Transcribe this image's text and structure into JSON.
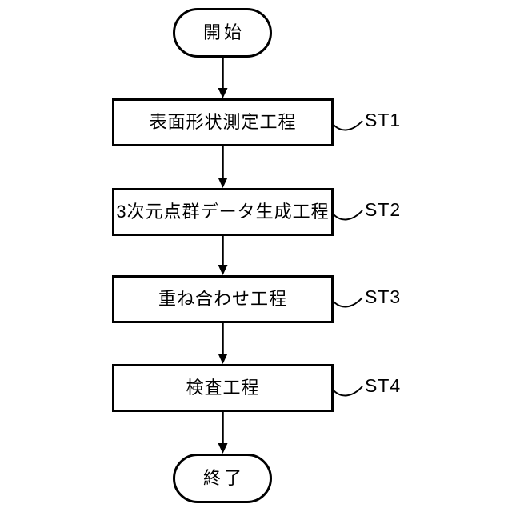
{
  "figure": {
    "background_color": "#ffffff",
    "line_color": "#000000",
    "terminals": {
      "start": "開始",
      "end": "終了"
    },
    "steps": [
      {
        "label": "表面形状測定工程",
        "tag": "ST1"
      },
      {
        "label": "3次元点群データ生成工程",
        "tag": "ST2"
      },
      {
        "label": "重ね合わせ工程",
        "tag": "ST3"
      },
      {
        "label": "検査工程",
        "tag": "ST4"
      }
    ]
  }
}
